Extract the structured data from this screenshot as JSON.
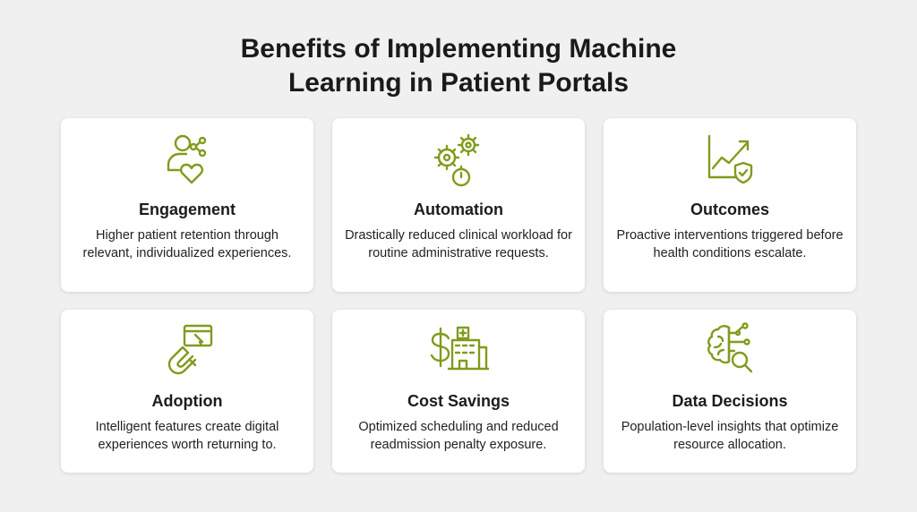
{
  "title_line1": "Benefits of Implementing Machine",
  "title_line2": "Learning in Patient Portals",
  "accent_color": "#7f9c1c",
  "cards": [
    {
      "icon": "user-share-heart-icon",
      "heading": "Engagement",
      "description": "Higher patient retention through relevant, individualized experiences."
    },
    {
      "icon": "gears-stopwatch-icon",
      "heading": "Automation",
      "description": "Drastically reduced clinical workload for routine administrative requests."
    },
    {
      "icon": "trend-chart-shield-icon",
      "heading": "Outcomes",
      "description": "Proactive interventions triggered before health conditions escalate."
    },
    {
      "icon": "magnet-browser-icon",
      "heading": "Adoption",
      "description": "Intelligent features create digital experiences worth returning to."
    },
    {
      "icon": "dollar-hospital-icon",
      "heading": "Cost Savings",
      "description": "Optimized scheduling and reduced readmission penalty exposure."
    },
    {
      "icon": "brain-circuit-search-icon",
      "heading": "Data Decisions",
      "description": "Population-level insights that optimize resource allocation."
    }
  ]
}
